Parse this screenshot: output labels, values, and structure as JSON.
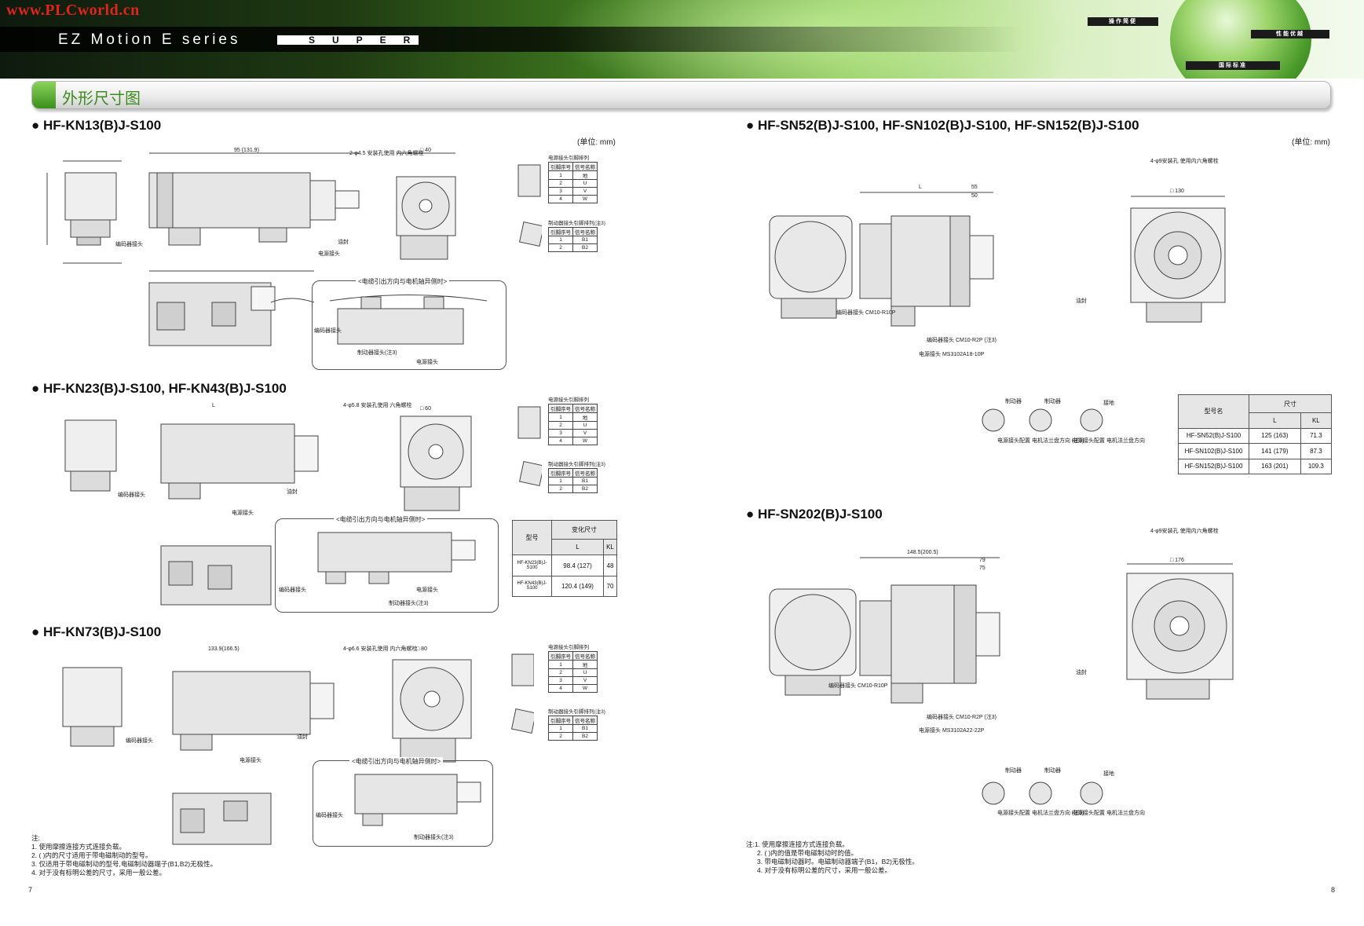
{
  "header": {
    "watermark": "www.PLCworld.cn",
    "series_title": "EZ Motion E series",
    "super_label": "SUPER",
    "tags": [
      "操作简便",
      "性能优越",
      "国际标准"
    ]
  },
  "section_title": "外形尺寸图",
  "unit_label": "(单位: mm)",
  "models": {
    "kn13": "● HF-KN13(B)J-S100",
    "kn23_43": "● HF-KN23(B)J-S100, HF-KN43(B)J-S100",
    "kn73": "● HF-KN73(B)J-S100",
    "sn52_152": "● HF-SN52(B)J-S100, HF-SN102(B)J-S100, HF-SN152(B)J-S100",
    "sn202": "● HF-SN202(B)J-S100"
  },
  "callout_title": "<电缆引出方向与电机轴异侧时>",
  "power_pin_table": {
    "caption": "电源接头引脚排列",
    "headers": [
      "引脚序号",
      "信号名称"
    ],
    "rows": [
      [
        "1",
        "地"
      ],
      [
        "2",
        "U"
      ],
      [
        "3",
        "V"
      ],
      [
        "4",
        "W"
      ]
    ]
  },
  "brake_pin_table": {
    "caption": "制动器接头引脚排列(注3)",
    "headers": [
      "引脚序号",
      "信号名称"
    ],
    "rows": [
      [
        "1",
        "B1"
      ],
      [
        "2",
        "B2"
      ]
    ]
  },
  "kn_size_table": {
    "head_model": "型号",
    "head_var": "变化尺寸",
    "cols": [
      "L",
      "KL"
    ],
    "rows": [
      {
        "model": "HF-KN23(B)J-S100",
        "L": "98.4 (127)",
        "KL": "48"
      },
      {
        "model": "HF-KN43(B)J-S100",
        "L": "120.4 (149)",
        "KL": "70"
      }
    ]
  },
  "sn_size_table": {
    "head_model": "型号名",
    "head_var": "尺寸",
    "cols": [
      "L",
      "KL"
    ],
    "rows": [
      {
        "model": "HF-SN52(B)J-S100",
        "L": "125 (163)",
        "KL": "71.3"
      },
      {
        "model": "HF-SN102(B)J-S100",
        "L": "141 (179)",
        "KL": "87.3"
      },
      {
        "model": "HF-SN152(B)J-S100",
        "L": "163 (201)",
        "KL": "109.3"
      }
    ]
  },
  "drawing_labels": {
    "encoder_conn": "编码器接头",
    "power_conn": "电源接头",
    "brake_conn_note": "制动器接头(注3)",
    "oil_seal": "油封",
    "mount_hole_kn13": "2-φ4.5 安装孔使用 内六角螺栓",
    "mount_hole_kn23": "4-φ5.8 安装孔使用 六角螺栓",
    "mount_hole_kn73": "4-φ6.6 安装孔使用 内六角螺栓",
    "mount_hole_sn": "4-φ9安装孔 使用内六角螺栓",
    "mount_hole_sn202": "4-φ9安装孔 使用内六角螺栓",
    "enc_cm10": "编码器接头 CM10-R10P",
    "brake_cm10": "编码器接头 CM10-R2P (注3)",
    "pwr_ms_sn": "电源接头 MS3102A18-10P",
    "pwr_ms_sn202": "电源接头 MS3102A22-22P",
    "brake": "制动器",
    "ground": "接地",
    "pwr_layout": "电源接头配置 电机法兰盘方向 (注3)",
    "pwr_layout2": "电源接头配置 电机法兰盘方向"
  },
  "dims": {
    "kn13_len": "95 (131.9)",
    "kn73_len": "133.9(166.5)",
    "sn202_len": "148.5(200.5)",
    "sq40": "□ 40",
    "sq60": "□ 60",
    "sq80": "□ 80",
    "sq130": "□ 130",
    "sq176": "□ 176",
    "sn_L": "L",
    "sn_55": "55",
    "sn_50": "50",
    "sn_79": "79",
    "sn_75": "75"
  },
  "notes_left": [
    "注:",
    "1. 使用摩擦连接方式连接负载。",
    "2. ( )内的尺寸适用于带电磁制动的型号。",
    "3. 仅适用于带电磁制动的型号,电磁制动器端子(B1,B2)无极性。",
    "4. 对于没有标明公差的尺寸，采用一般公差。"
  ],
  "notes_right": [
    "注:1. 使用摩擦连接方式连接负载。",
    "2. ( )内的值是带电磁制动时的值。",
    "3. 带电磁制动器时。电磁制动器端子(B1，B2)无极性。",
    "4. 对于没有标明公差的尺寸，采用一般公差。"
  ],
  "page_left": "7",
  "page_right": "8"
}
